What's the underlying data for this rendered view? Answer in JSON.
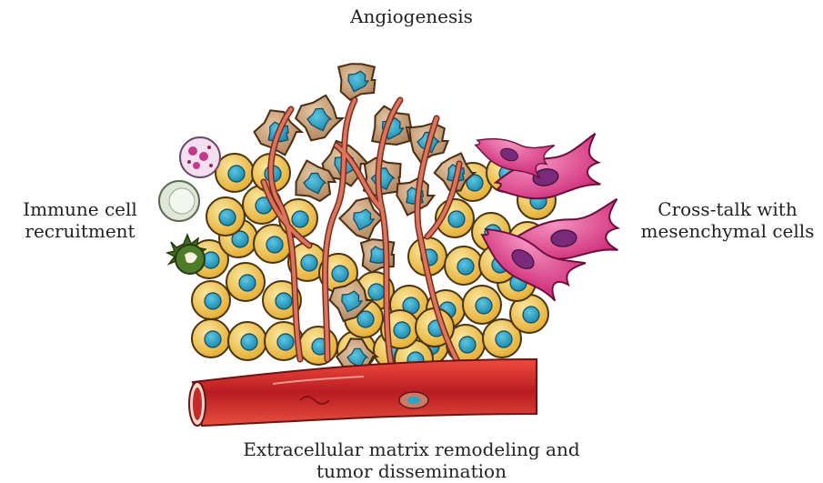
{
  "labels": {
    "top": "Angiogenesis",
    "left_line1": "Immune cell",
    "left_line2": "recruitment",
    "right_line1": "Cross-talk with",
    "right_line2": "mesenchymal cells",
    "bottom_line1": "Extracellular matrix remodeling and",
    "bottom_line2": "tumor dissemination"
  },
  "colors": {
    "tumor_cell": "#f2c24a",
    "tumor_nucleus": "#2aa3c7",
    "invasive_cell": "#c9a07a",
    "vessel": "#c0503a",
    "blood_vessel": "#d8262c",
    "fibroblast": "#e0408a",
    "fibroblast_nucleus": "#7a2a7a",
    "immune_green": "#4e7a2a",
    "immune_pale": "#dfe8d8",
    "immune_pink": "#e8b6e0"
  }
}
